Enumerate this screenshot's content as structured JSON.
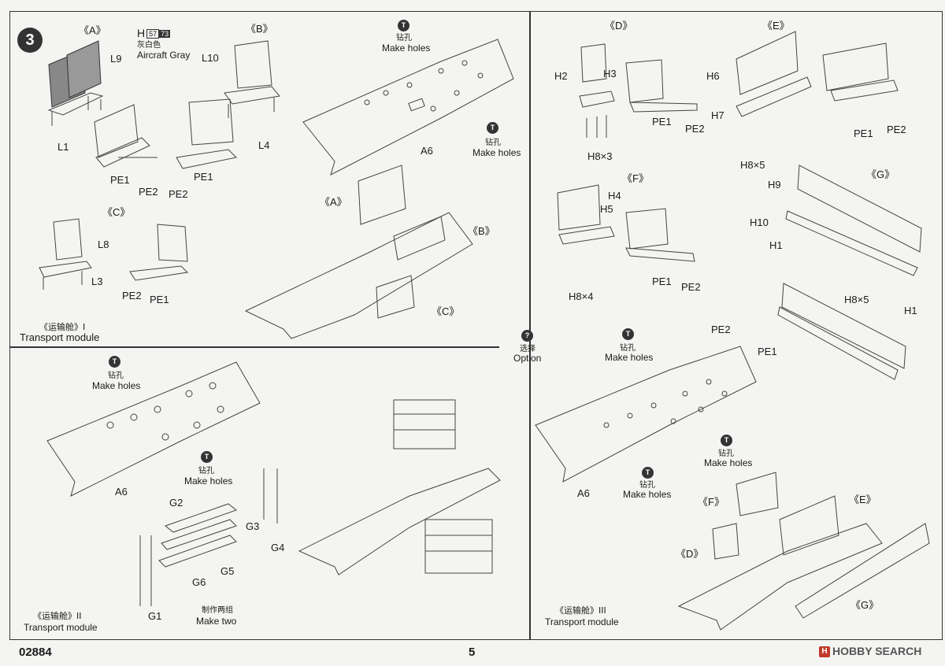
{
  "page_number": "5",
  "product_code": "02884",
  "watermark": "HOBBY SEARCH",
  "step_number": "3",
  "paint": {
    "code": "H",
    "box1": "57",
    "box2": "73",
    "cn": "灰白色",
    "en": "Aircraft Gray"
  },
  "make_holes_cn": "钻孔",
  "make_holes_en": "Make holes",
  "option_cn": "选择",
  "option_en": "Option",
  "make_two_cn": "制作两组",
  "make_two_en": "Make two",
  "groups": {
    "a": "《A》",
    "b": "《B》",
    "c": "《C》",
    "d": "《D》",
    "e": "《E》",
    "f": "《F》",
    "g": "《G》"
  },
  "panels": {
    "p1": {
      "cn": "《运输舱》I",
      "en": "Transport module"
    },
    "p2": {
      "cn": "《运输舱》II",
      "en": "Transport module"
    },
    "p3": {
      "cn": "《运输舱》III",
      "en": "Transport module"
    }
  },
  "parts": {
    "L9": "L9",
    "L10": "L10",
    "L1": "L1",
    "L4": "L4",
    "L8": "L8",
    "L3": "L3",
    "PE1": "PE1",
    "PE2": "PE2",
    "A6": "A6",
    "H1": "H1",
    "H2": "H2",
    "H3": "H3",
    "H4": "H4",
    "H5": "H5",
    "H6": "H6",
    "H7": "H7",
    "H9": "H9",
    "H10": "H10",
    "H8x3": "H8×3",
    "H8x4": "H8×4",
    "H8x5": "H8×5",
    "G1": "G1",
    "G2": "G2",
    "G3": "G3",
    "G4": "G4",
    "G5": "G5",
    "G6": "G6"
  }
}
